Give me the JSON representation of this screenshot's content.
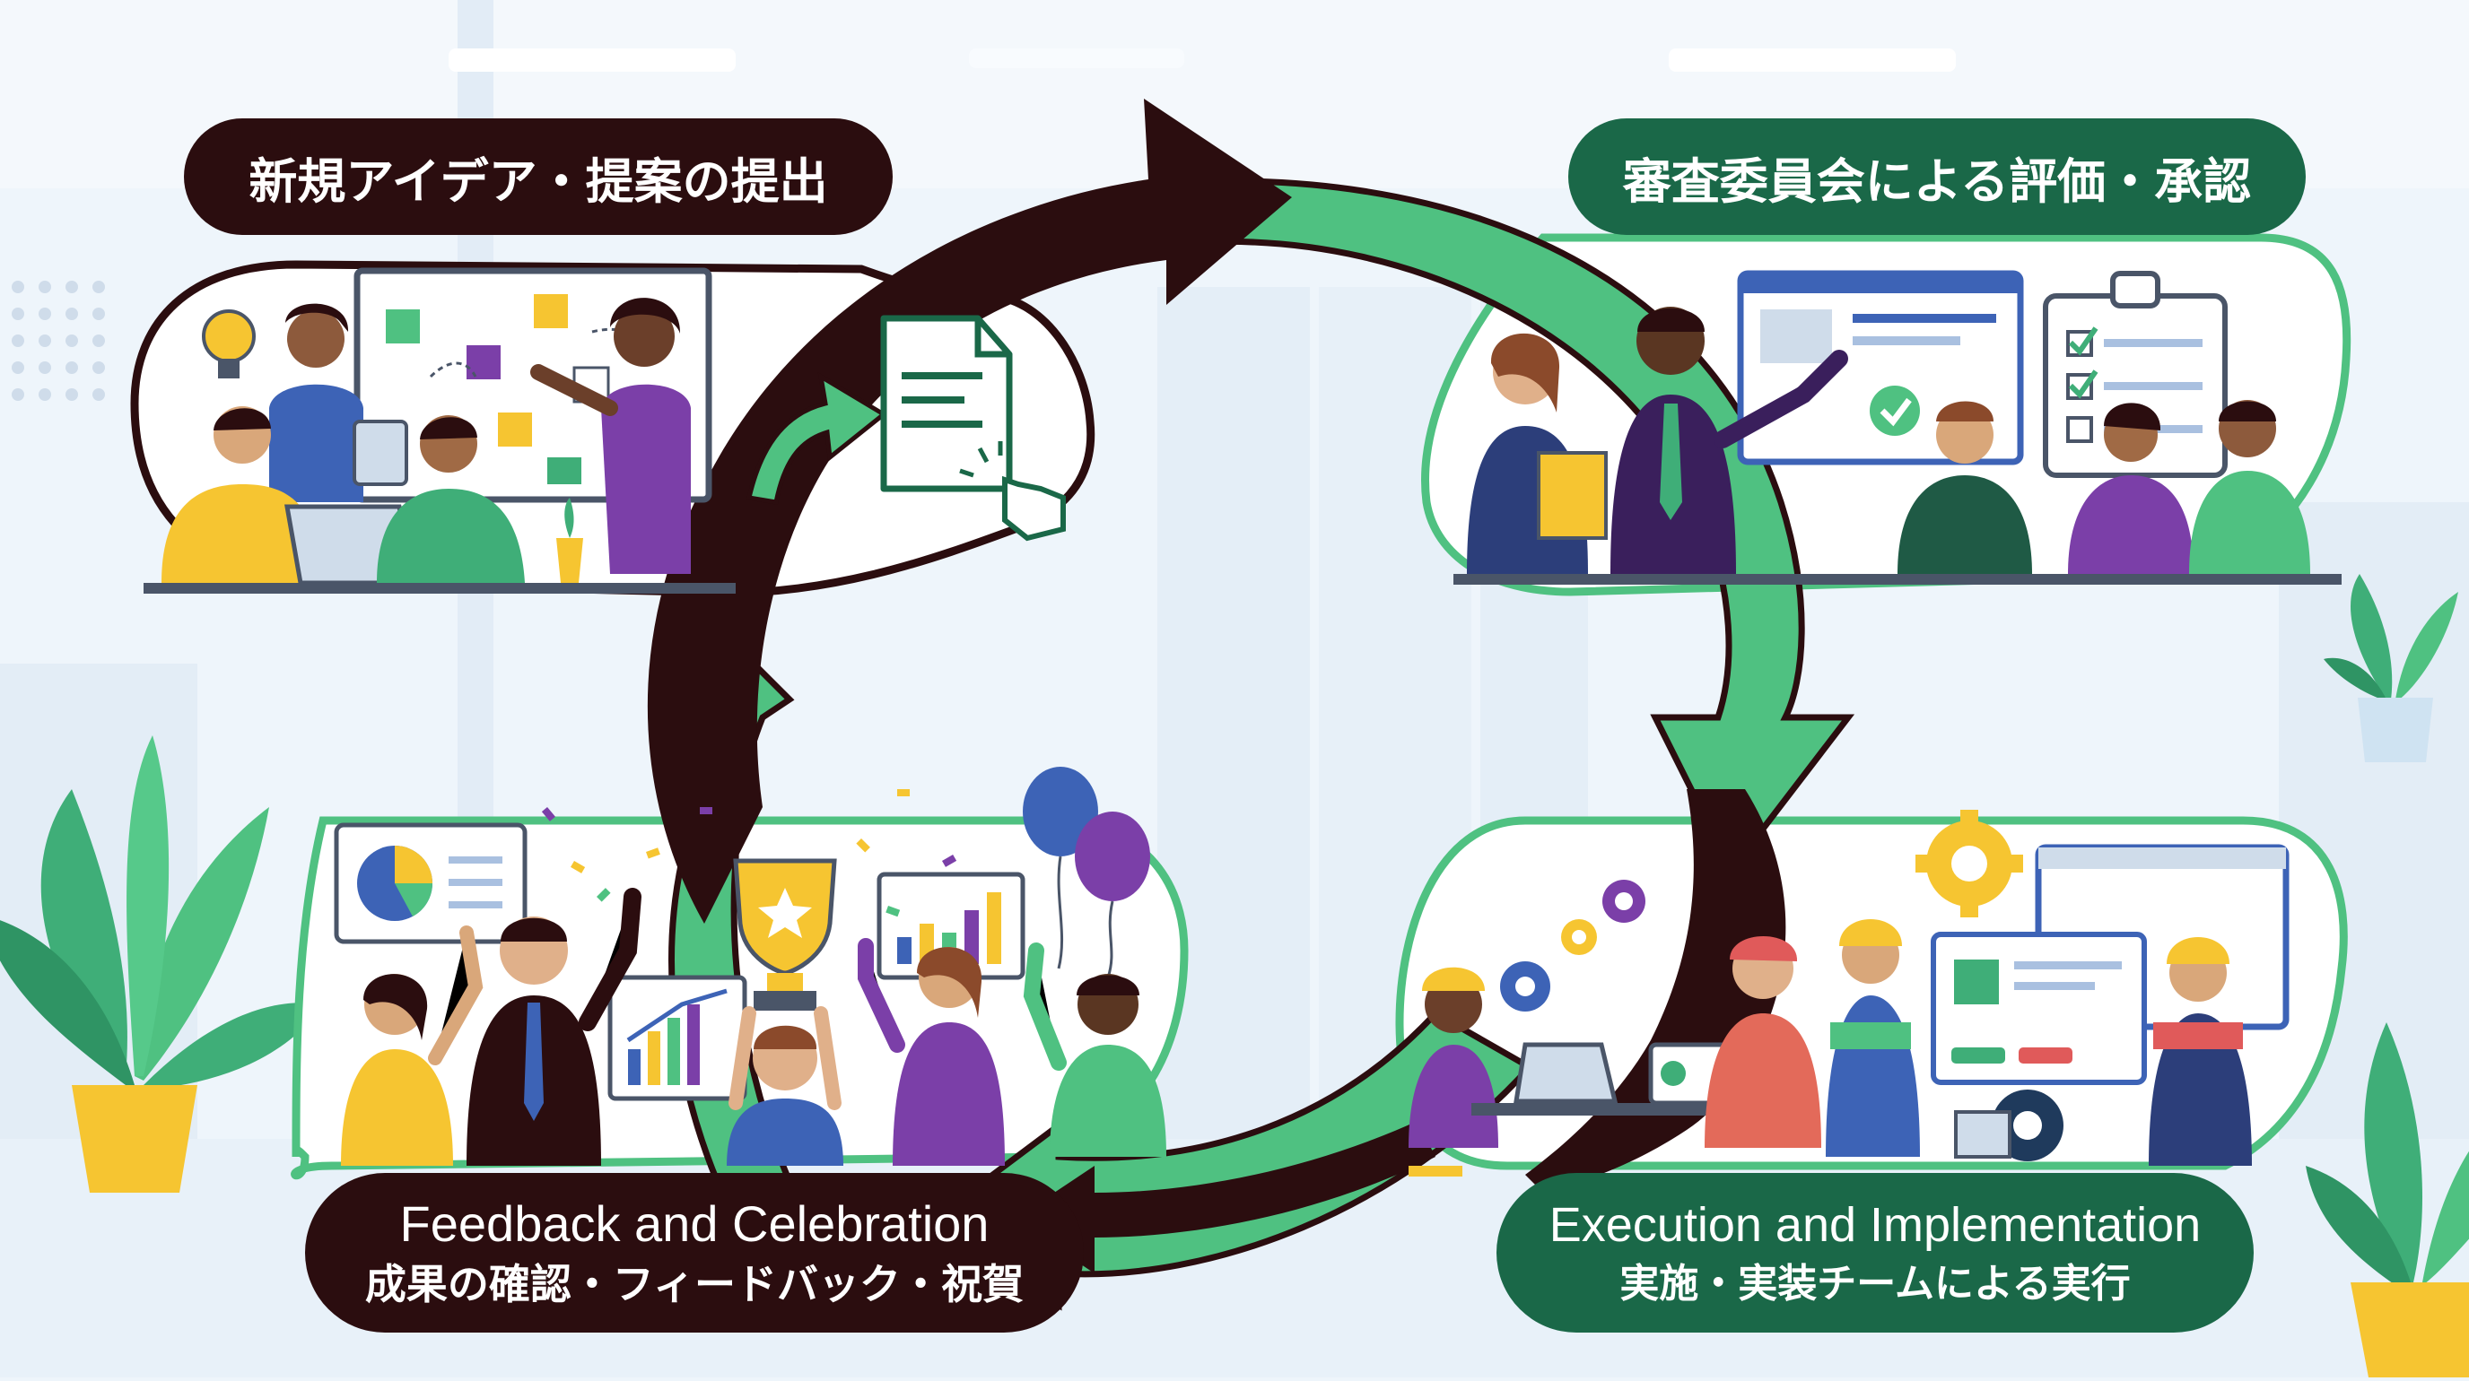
{
  "stages": {
    "submit": {
      "jp": "新規アイデア・提案の提出"
    },
    "review": {
      "jp": "審査委員会による評価・承認"
    },
    "execution": {
      "en": "Execution and Implementation",
      "jp": "実施・実装チームによる実行"
    },
    "feedback": {
      "en": "Feedback and Celebration",
      "jp": "成果の確認・フィードバック・祝賀"
    }
  },
  "colors": {
    "dark_maroon": "#2b0d0f",
    "green": "#4fc181",
    "dark_green": "#1a6848",
    "bg": "#eef5fb",
    "yellow": "#f6c531",
    "blue": "#3d63b6",
    "purple": "#7b3fa8"
  },
  "icons": [
    "lightbulb-icon",
    "document-click-icon",
    "checkmark-icon",
    "checklist-icon",
    "trophy-icon",
    "balloon-icon",
    "gear-icon",
    "pie-chart-icon",
    "bar-chart-icon"
  ]
}
